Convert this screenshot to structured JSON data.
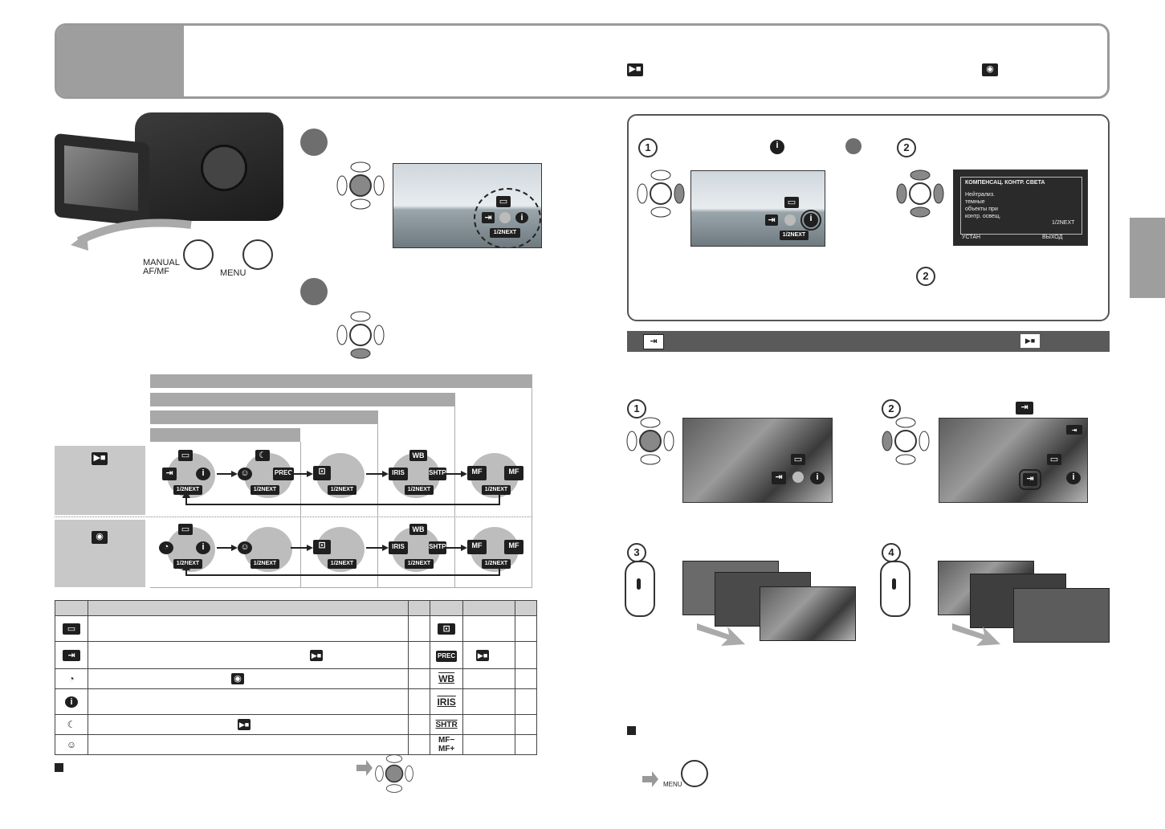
{
  "header": {
    "movie_icon": "movie-camera-icon",
    "photo_icon": "still-camera-icon"
  },
  "camera": {
    "button_manual_label": "MANUAL\nAF/MF",
    "button_menu_label": "MENU"
  },
  "right_menu_screen": {
    "title": "КОМПЕНСАЦ. КОНТР. СВЕТА",
    "lines": [
      "Нейтрализ.",
      "темные",
      "объекты при",
      "контр. освещ."
    ],
    "page": "1/2NEXT",
    "footer_left": "УСТАН",
    "footer_right": "ВЫХОД"
  },
  "icon_labels": {
    "next": "1/2NEXT",
    "prec": "PREC",
    "wb": "WB",
    "iris": "IRIS",
    "shtr": "SHTR",
    "mf": "MF",
    "steps": [
      "1",
      "2",
      "3",
      "4"
    ],
    "menu_small": "MENU",
    "plus": "+",
    "minus": "−"
  }
}
